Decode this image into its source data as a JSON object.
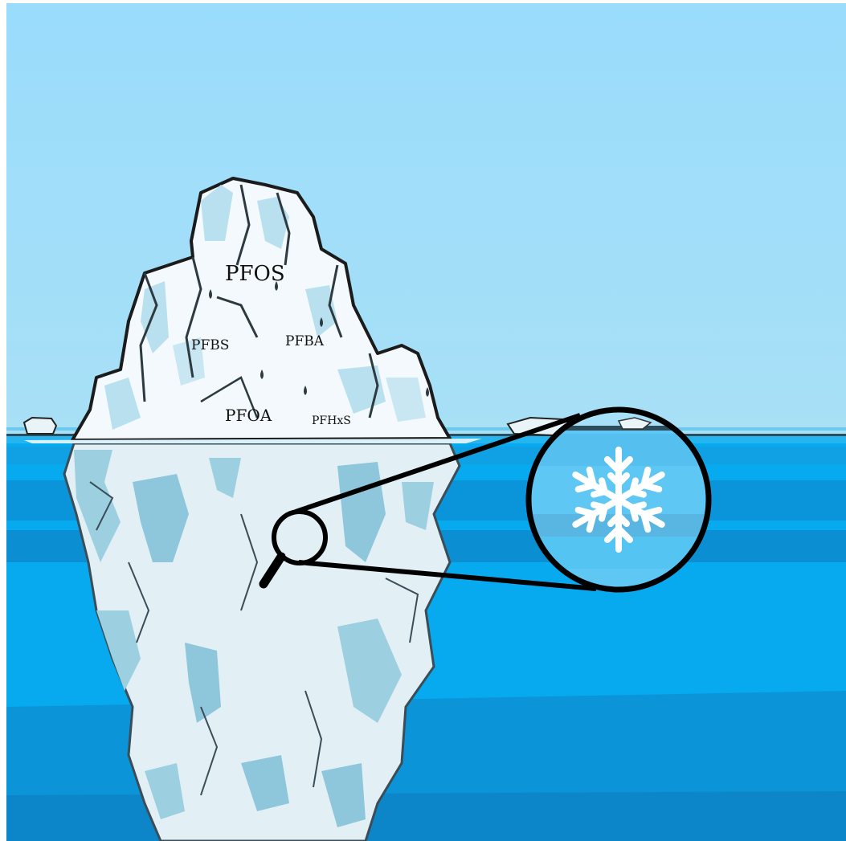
{
  "labels": {
    "pfos": "PFOS",
    "pfbs": "PFBS",
    "pfba": "PFBA",
    "pfoa": "PFOA",
    "pfhxs": "PFHxS"
  },
  "icons": {
    "magnifier": "magnifying-glass-icon",
    "snowflake": "snowflake-icon"
  },
  "colors": {
    "sky": "#97dbfb",
    "water": "#06a6ec",
    "water_deep": "#0a8fd6",
    "ice_light": "#e4f1f7",
    "ice_shadow": "#8ec7dc",
    "outline": "#111111"
  }
}
